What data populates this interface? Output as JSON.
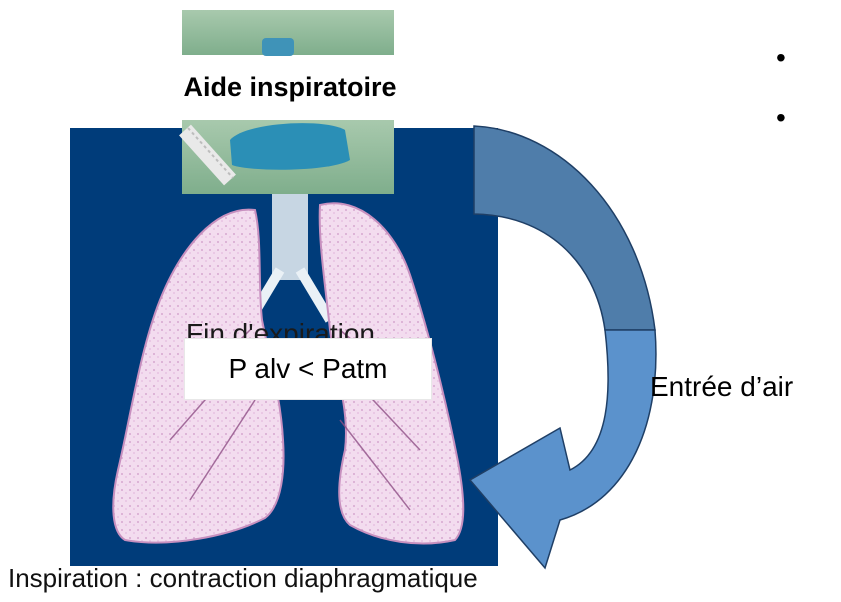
{
  "title": "Aide inspiratoire",
  "bullets": [
    "•",
    "•"
  ],
  "overlay_text": "Fin d'expiration",
  "pressure_label": "P alv < Patm",
  "airflow_label": "Entrée d’air",
  "caption": "Inspiration : contraction diaphragmatique",
  "icons": [
    "ventilator-mask-image",
    "lungs-image",
    "curved-arrow"
  ],
  "colors": {
    "lung_panel_bg": "#003c7a",
    "lung_tissue": "#f2d9ee",
    "mask_green": "#8fb79a",
    "arrow_top": "#4f7daa",
    "arrow_bottom": "#5b92cc",
    "arrow_outline": "#1f3f66"
  }
}
